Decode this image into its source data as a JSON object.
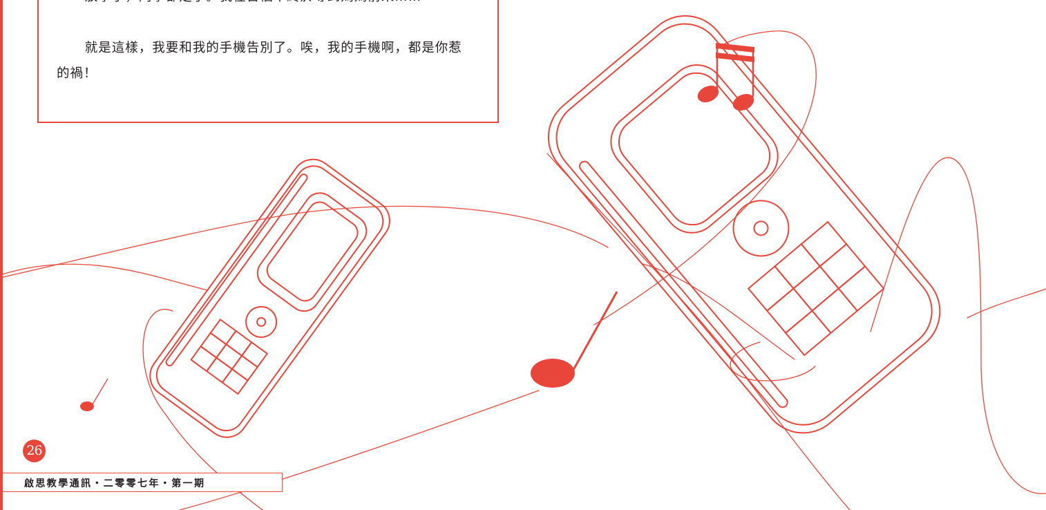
{
  "article": {
    "paragraphs": [
      "放學了，同學都走了。我在苦惱中終於等到媽媽前來……",
      "就是這樣，我要和我的手機告別了。唉，我的手機啊，都是你惹的禍！"
    ]
  },
  "footer": {
    "page_number": "26",
    "journal_title": "啟思教學通訊・二零零七年・第一期"
  },
  "colors": {
    "accent": "#e8463a",
    "text": "#231f20"
  },
  "illustration": {
    "subjects": [
      "mobile-phone",
      "mobile-phone",
      "music-note",
      "music-note",
      "music-note"
    ]
  }
}
